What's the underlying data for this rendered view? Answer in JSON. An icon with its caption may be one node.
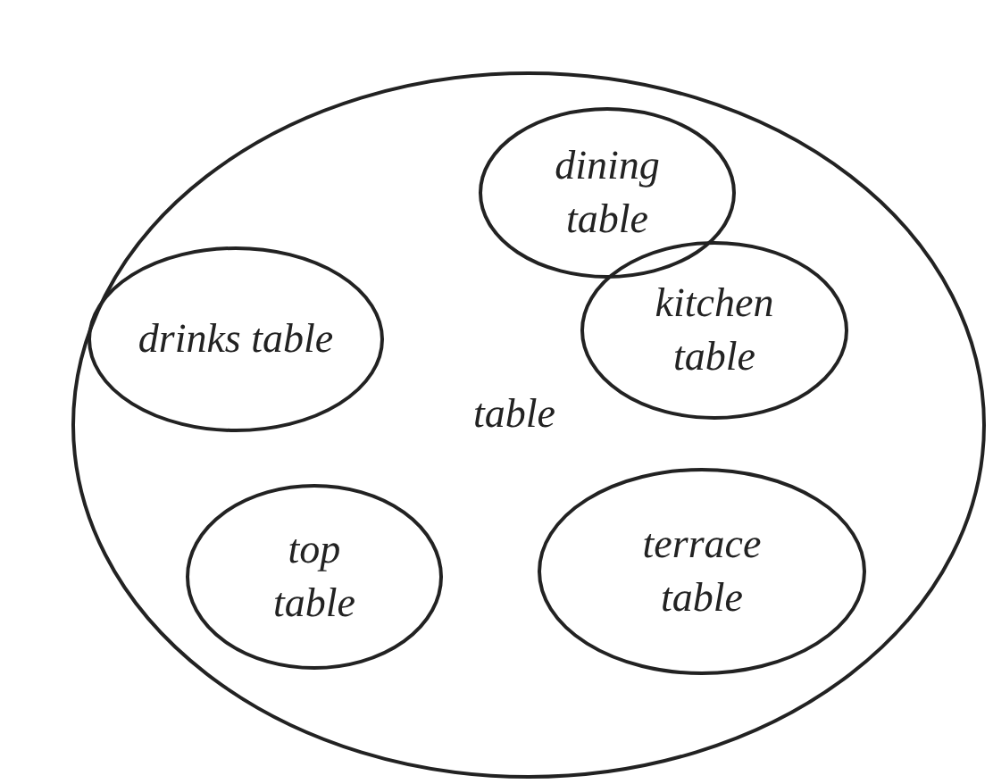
{
  "diagram": {
    "nodes": [
      {
        "text": [
          "table"
        ]
      },
      {
        "text": [
          "dining table"
        ],
        "in": 0
      },
      {
        "text": [
          "drinks table"
        ],
        "in": 0
      },
      {
        "text": [
          "kitchen table"
        ],
        "in": 0
      },
      {
        "text": [
          "top table"
        ],
        "in": 0
      },
      {
        "text": [
          "terrace table"
        ],
        "in": 0
      }
    ]
  }
}
